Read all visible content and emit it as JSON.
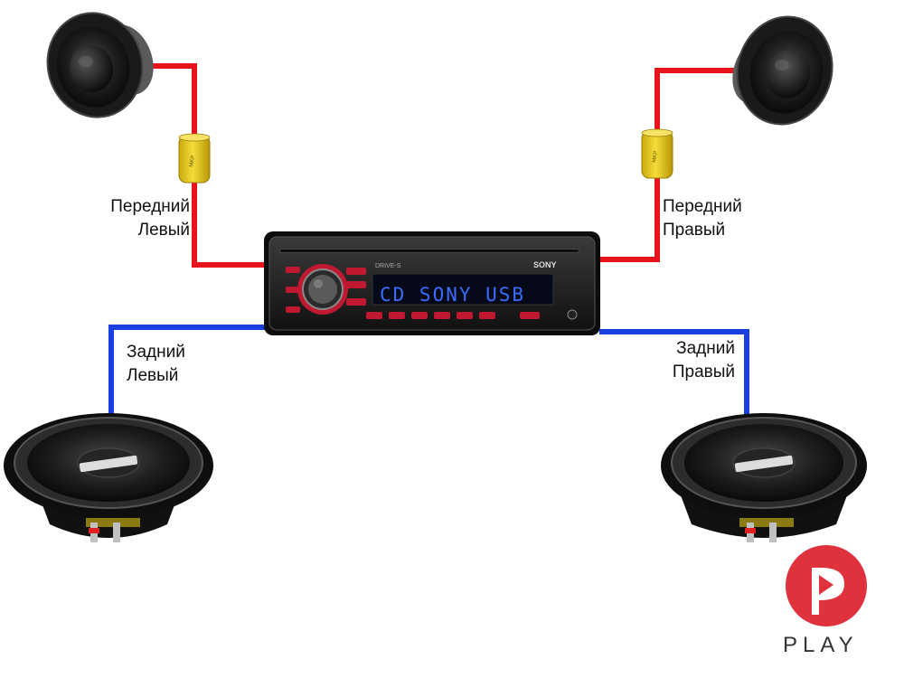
{
  "labels": {
    "front_left": [
      "Передний",
      "Левый"
    ],
    "front_right": [
      "Передний",
      "Правый"
    ],
    "rear_left": [
      "Задний",
      "Левый"
    ],
    "rear_right": [
      "Задний",
      "Правый"
    ]
  },
  "head_unit": {
    "brand": "SONY",
    "display_text": "CD SONY USB",
    "model_badge": "DRIVE-S"
  },
  "logo": {
    "text": "PLAY"
  },
  "colors": {
    "front_wire": "#e8141c",
    "rear_wire": "#1a3fe0",
    "capacitor": "#e8c81a",
    "display": "#3a6cff",
    "logo": "#e0323c"
  },
  "icons": {
    "tweeter": "tweeter-speaker-icon",
    "woofer": "woofer-speaker-icon",
    "capacitor": "capacitor-icon",
    "head_unit": "car-radio-icon",
    "logo": "play-logo-icon"
  }
}
